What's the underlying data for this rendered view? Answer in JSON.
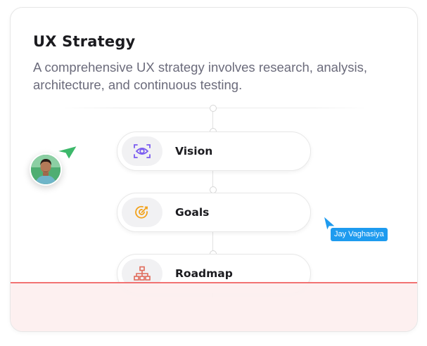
{
  "card": {
    "title": "UX Strategy",
    "description": "A comprehensive UX strategy involves research, analysis, architecture, and continuous testing."
  },
  "steps": [
    {
      "label": "Vision",
      "icon": "eye-icon",
      "icon_color": "#7b5cf0"
    },
    {
      "label": "Goals",
      "icon": "target-icon",
      "icon_color": "#f2a21b"
    },
    {
      "label": "Roadmap",
      "icon": "sitemap-icon",
      "icon_color": "#e06a5a"
    }
  ],
  "collaborators": [
    {
      "name": "Jay Vaghasiya",
      "cursor_color": "#1e9bef"
    },
    {
      "avatar": "user-avatar",
      "cursor_color": "#3cb86a"
    }
  ],
  "colors": {
    "accent_line": "#f26d6d",
    "fade_background": "#fdf0f0"
  }
}
